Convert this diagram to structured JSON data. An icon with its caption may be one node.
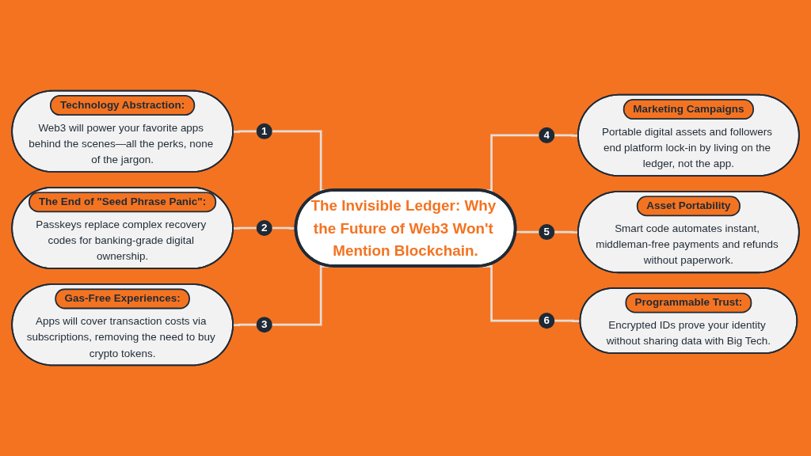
{
  "diagram": {
    "nodes": [
      {
        "text": [
          "The Invisible Ledger: Why the Future of Web3 Won't Mention Blockchain."
        ]
      },
      {
        "text": [
          "Technology Abstraction:",
          "Web3 will power your favorite apps behind the scenes—all the perks, none of the jargon."
        ]
      },
      {
        "text": [
          "1"
        ]
      },
      {
        "text": [
          "The End of \"Seed Phrase Panic\":",
          "Passkeys replace complex recovery codes for banking-grade digital ownership."
        ]
      },
      {
        "text": [
          "2"
        ]
      },
      {
        "text": [
          "Gas-Free Experiences:",
          "Apps will cover transaction costs via subscriptions, removing the need to buy crypto tokens."
        ]
      },
      {
        "text": [
          "3"
        ]
      },
      {
        "text": [
          "4"
        ]
      },
      {
        "text": [
          "Marketing Campaigns",
          "Portable digital assets and followers end platform lock-in by living on the ledger, not the app."
        ]
      },
      {
        "text": [
          "5"
        ]
      },
      {
        "text": [
          "Asset Portability",
          "Smart code automates instant, middleman-free payments and refunds without paperwork."
        ]
      },
      {
        "text": [
          "6"
        ]
      },
      {
        "text": [
          "Programmable Trust:",
          "Encrypted IDs prove your identity without sharing data with Big Tech."
        ]
      }
    ],
    "edges": [
      {
        "from": 0,
        "to": 2,
        "arrow": "none"
      },
      {
        "from": 2,
        "to": 1,
        "arrow": "none"
      },
      {
        "from": 0,
        "to": 4,
        "arrow": "none"
      },
      {
        "from": 4,
        "to": 3,
        "arrow": "none"
      },
      {
        "from": 0,
        "to": 6,
        "arrow": "none"
      },
      {
        "from": 6,
        "to": 5,
        "arrow": "none"
      },
      {
        "from": 0,
        "to": 7,
        "arrow": "none"
      },
      {
        "from": 7,
        "to": 8,
        "arrow": "none"
      },
      {
        "from": 0,
        "to": 9,
        "arrow": "none"
      },
      {
        "from": 9,
        "to": 10,
        "arrow": "none"
      },
      {
        "from": 0,
        "to": 11,
        "arrow": "none"
      },
      {
        "from": 11,
        "to": 12,
        "arrow": "none"
      }
    ]
  }
}
